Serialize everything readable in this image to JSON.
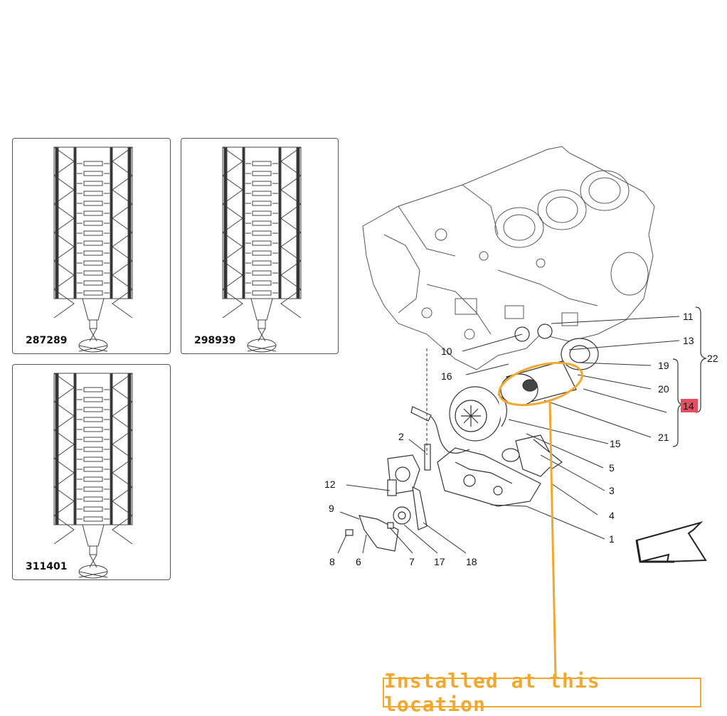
{
  "thumbnails": [
    {
      "id": "287289"
    },
    {
      "id": "298939"
    },
    {
      "id": "311401"
    }
  ],
  "callouts": {
    "c11": "11",
    "c13": "13",
    "c10": "10",
    "c16": "16",
    "c19": "19",
    "c20": "20",
    "c14": "14",
    "c21": "21",
    "c22": "22",
    "c15": "15",
    "c5": "5",
    "c3": "3",
    "c4": "4",
    "c1": "1",
    "c2": "2",
    "c12": "12",
    "c9": "9",
    "c8": "8",
    "c6": "6",
    "c7": "7",
    "c17": "17",
    "c18": "18"
  },
  "highlight_callout": "14",
  "annotation": "Installed at this location",
  "colors": {
    "highlight": "#f0a830",
    "badge": "#e05060",
    "line": "#333333"
  }
}
